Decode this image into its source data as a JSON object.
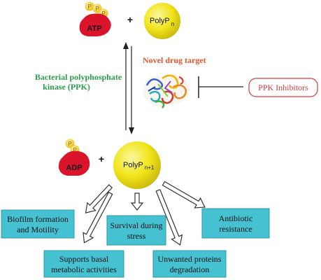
{
  "atp": {
    "label": "ATP",
    "p1": "P",
    "p2": "P",
    "p3": "P"
  },
  "plus_top": "+",
  "polyp_n": {
    "base": "PolyP",
    "sub": "n"
  },
  "enzyme": {
    "line1": "Bacterial polyphosphate",
    "line2": "kinase (PPK)"
  },
  "drug_target": "Novel drug target",
  "inhibitors": "PPK Inhibitors",
  "adp": {
    "label": "ADP",
    "p1": "P",
    "p2": "P"
  },
  "plus_bottom": "+",
  "polyp_n1": {
    "base": "PolyP",
    "sub": "n+1"
  },
  "outcomes": {
    "biofilm": {
      "line1": "Biofilm formation",
      "line2": "and Motility"
    },
    "survival": {
      "line1": "Survival during",
      "line2": "stress"
    },
    "antibiotic": {
      "line1": "Antibiotic",
      "line2": "resistance"
    },
    "basal": {
      "line1": "Supports basal",
      "line2": "metabolic activities"
    },
    "unwanted": {
      "line1": "Unwanted proteins",
      "line2": "degradation"
    }
  },
  "colors": {
    "nucleotide_red": "#d9142b",
    "phosphate_yellow": "#f6d21c",
    "polyp_yellow": "#f1e51a",
    "enzyme_green": "#2e9a4c",
    "drug_orange": "#e8552a",
    "inhibitor_red": "#e03a3a",
    "box_cyan": "#46c1d1"
  }
}
